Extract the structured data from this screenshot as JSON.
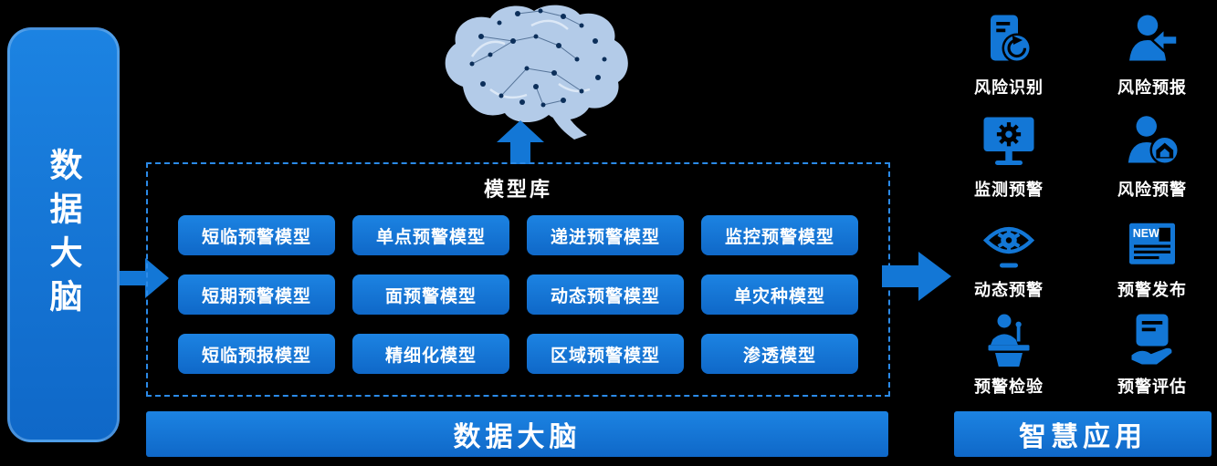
{
  "colors": {
    "accent": "#1377d6",
    "accent_top": "#1c83e2",
    "accent_bot": "#0f68c8",
    "brain": "#b3cbe8",
    "bg": "#000000"
  },
  "left_panel": {
    "title": "数据大脑"
  },
  "model_library": {
    "title": "模型库",
    "rows": [
      [
        "短临预警模型",
        "单点预警模型",
        "递进预警模型",
        "监控预警模型"
      ],
      [
        "短期预警模型",
        "面预警模型",
        "动态预警模型",
        "单灾种模型"
      ],
      [
        "短临预报模型",
        "精细化模型",
        "区域预警模型",
        "渗透模型"
      ]
    ]
  },
  "bottom_bars": {
    "left": "数据大脑",
    "right": "智慧应用"
  },
  "applications": {
    "new_badge": "NEW",
    "items": [
      {
        "icon": "risk-identification-icon",
        "label": "风险识别"
      },
      {
        "icon": "risk-forecast-icon",
        "label": "风险预报"
      },
      {
        "icon": "monitoring-warning-icon",
        "label": "监测预警"
      },
      {
        "icon": "risk-warning-icon",
        "label": "风险预警"
      },
      {
        "icon": "dynamic-warning-icon",
        "label": "动态预警"
      },
      {
        "icon": "warning-release-icon",
        "label": "预警发布"
      },
      {
        "icon": "warning-inspection-icon",
        "label": "预警检验"
      },
      {
        "icon": "warning-evaluation-icon",
        "label": "预警评估"
      }
    ]
  }
}
